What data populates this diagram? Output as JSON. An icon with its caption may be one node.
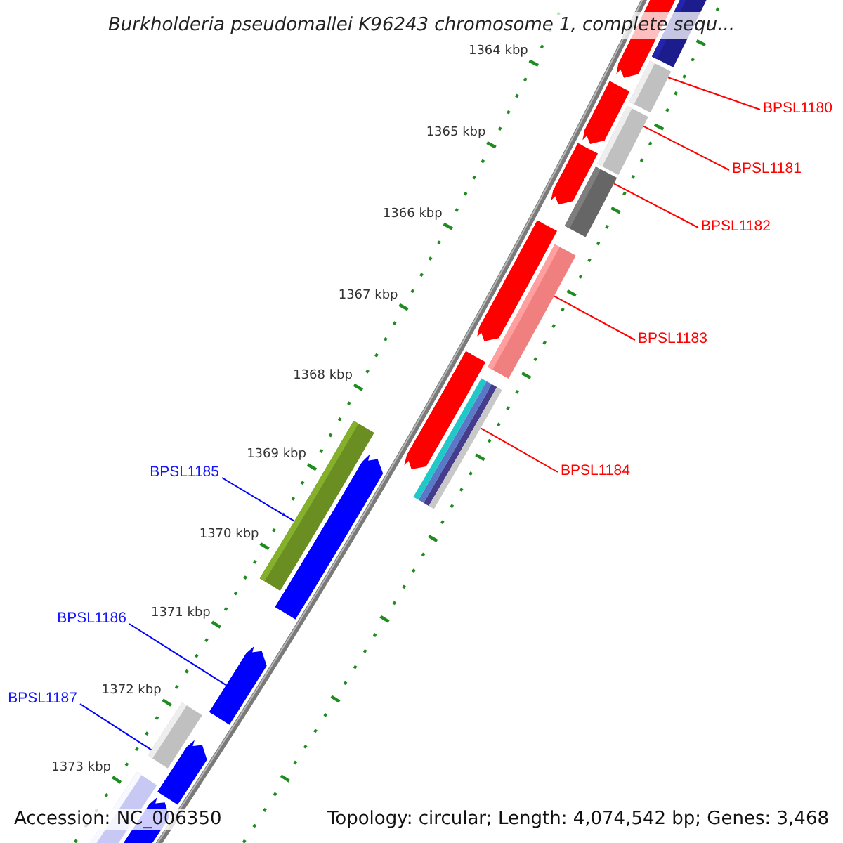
{
  "diagram": {
    "title": "Burkholderia pseudomallei K96243 chromosome 1, complete sequ...",
    "nodes": [
      {
        "text": [
          "BPSL1180"
        ]
      },
      {
        "text": [
          "BPSL1181"
        ]
      },
      {
        "text": [
          "BPSL1182"
        ]
      },
      {
        "text": [
          "BPSL1183"
        ]
      },
      {
        "text": [
          "BPSL1184"
        ]
      },
      {
        "text": [
          "BPSL1185"
        ]
      },
      {
        "text": [
          "BPSL1186"
        ]
      },
      {
        "text": [
          "BPSL1187"
        ]
      },
      {
        "text": [],
        "shape": "bar"
      },
      {
        "text": [],
        "shape": "bar"
      },
      {
        "text": [],
        "shape": "bar"
      },
      {
        "text": [],
        "shape": "bar"
      },
      {
        "text": [],
        "shape": "bar"
      },
      {
        "text": [],
        "shape": "bar"
      },
      {
        "text": [],
        "shape": "bar"
      },
      {
        "text": [],
        "shape": "bar"
      }
    ],
    "edges": [
      {
        "from": 0,
        "to": 8,
        "arrow": "none"
      },
      {
        "from": 1,
        "to": 9,
        "arrow": "none"
      },
      {
        "from": 2,
        "to": 10,
        "arrow": "none"
      },
      {
        "from": 3,
        "to": 11,
        "arrow": "none"
      },
      {
        "from": 4,
        "to": 12,
        "arrow": "none"
      },
      {
        "from": 5,
        "to": 13,
        "arrow": "none",
        "color": "#0000ff"
      },
      {
        "from": 6,
        "to": 14,
        "arrow": "none",
        "color": "#0000ff"
      },
      {
        "from": 7,
        "to": 15,
        "arrow": "none",
        "color": "#0000ff"
      }
    ],
    "labels": [
      "1364 kbp",
      "1365 kbp",
      "1366 kbp",
      "1367 kbp",
      "1368 kbp",
      "1369 kbp",
      "1370 kbp",
      "1371 kbp",
      "1372 kbp",
      "1373 kbp",
      "Accession: NC_006350",
      "Topology: circular; Length: 4,074,542 bp; Genes: 3,468"
    ]
  }
}
